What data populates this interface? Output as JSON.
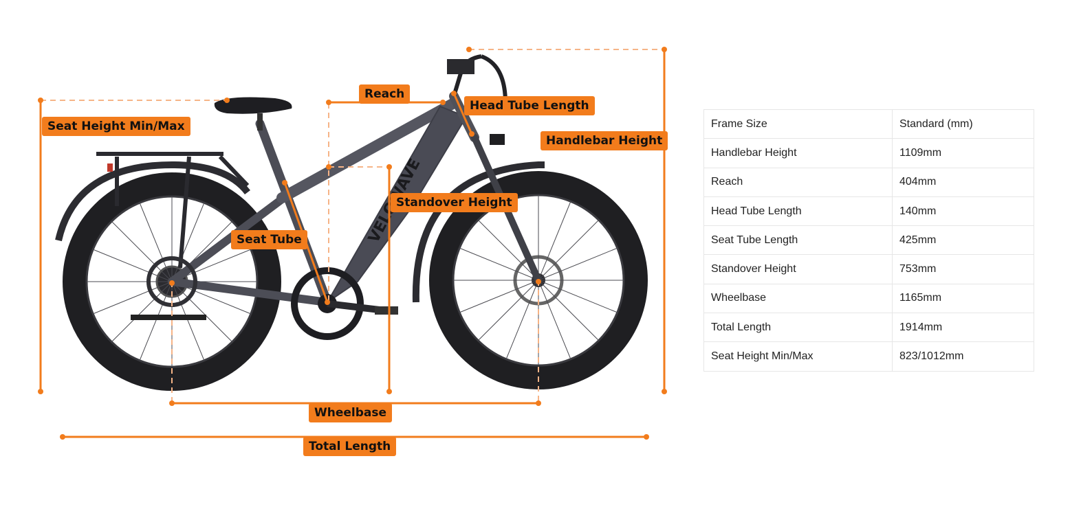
{
  "figure": {
    "labels": {
      "reach": "Reach",
      "head_tube_length": "Head Tube Length",
      "seat_height": "Seat Height Min/Max",
      "handlebar_height": "Handlebar Height",
      "standover_height": "Standover Height",
      "seat_tube": "Seat Tube",
      "wheelbase": "Wheelbase",
      "total_length": "Total Length"
    },
    "brand_text": "VELOWAVE",
    "accent_color": "#f27c1c"
  },
  "spec_table": {
    "rows": [
      [
        "Frame Size",
        "Standard (mm)"
      ],
      [
        "Handlebar Height",
        "1109mm"
      ],
      [
        "Reach",
        "404mm"
      ],
      [
        "Head Tube Length",
        "140mm"
      ],
      [
        "Seat Tube Length",
        "425mm"
      ],
      [
        "Standover Height",
        "753mm"
      ],
      [
        "Wheelbase",
        "1165mm"
      ],
      [
        "Total Length",
        "1914mm"
      ],
      [
        "Seat Height Min/Max",
        "823/1012mm"
      ]
    ]
  }
}
